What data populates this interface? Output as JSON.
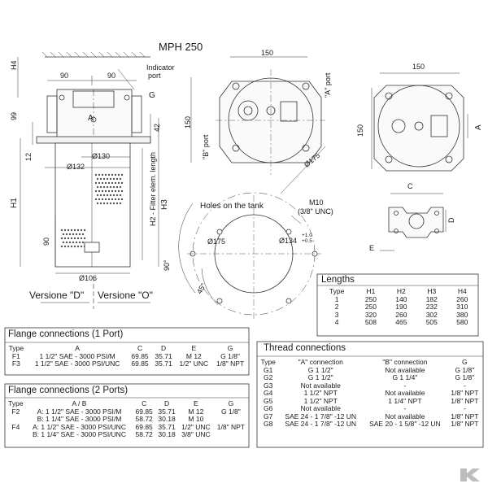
{
  "title": "MPH 250",
  "side_view": {
    "dims": {
      "h4": "H4",
      "d90a": "90",
      "d90b": "90",
      "d99": "99",
      "d12": "12",
      "h1": "H1",
      "d90c": "90",
      "d42": "42",
      "h3": "H3",
      "h2_filter": "H2 - Filter elem. length",
      "d130": "Ø130",
      "d132": "Ø132",
      "d106": "Ø106"
    },
    "labels": {
      "indicator": "Indicator",
      "port": "port",
      "a": "A",
      "g": "G"
    },
    "versions": {
      "d": "Versione \"D\"",
      "o": "Versione \"O\""
    }
  },
  "top_view": {
    "d150w": "150",
    "d150h": "150",
    "a_port": "\"A\" port",
    "b_port": "\"B\" port",
    "d175": "Ø175"
  },
  "right_view": {
    "d150w": "150",
    "d150h": "150",
    "a": "A"
  },
  "holes": {
    "title": "Holes on the tank",
    "m10": "M10",
    "unc": "(3/8\" UNC)",
    "d175": "Ø175",
    "d134": "Ø134",
    "tol_plus": "+1.0",
    "tol_minus": "+0.5",
    "a45": "45°",
    "a90": "90°"
  },
  "flange_detail": {
    "c": "C",
    "d": "D",
    "e": "E"
  },
  "lengths": {
    "title": "Lengths",
    "headers": [
      "Type",
      "H1",
      "H2",
      "H3",
      "H4"
    ],
    "rows": [
      [
        "1",
        "250",
        "140",
        "182",
        "260"
      ],
      [
        "2",
        "250",
        "190",
        "232",
        "310"
      ],
      [
        "3",
        "320",
        "260",
        "302",
        "380"
      ],
      [
        "4",
        "508",
        "465",
        "505",
        "580"
      ]
    ]
  },
  "flange1": {
    "title": "Flange connections (1 Port)",
    "headers": [
      "Type",
      "A",
      "C",
      "D",
      "E",
      "G"
    ],
    "rows": [
      [
        "F1",
        "1 1/2\" SAE - 3000 PSI/M",
        "69.85",
        "35.71",
        "M 12",
        "G 1/8\""
      ],
      [
        "F3",
        "1 1/2\" SAE - 3000 PSI/UNC",
        "69.85",
        "35.71",
        "1/2\" UNC",
        "1/8\" NPT"
      ]
    ]
  },
  "flange2": {
    "title": "Flange connections (2 Ports)",
    "headers": [
      "Type",
      "A / B",
      "C",
      "D",
      "E",
      "G"
    ],
    "rows": [
      [
        "F2",
        "A: 1 1/2\" SAE - 3000 PSI/M",
        "69.85",
        "35.71",
        "M 12",
        "G 1/8\""
      ],
      [
        "",
        "B: 1 1/4\" SAE - 3000 PSI/M",
        "58.72",
        "30.18",
        "M 10",
        ""
      ],
      [
        "F4",
        "A: 1 1/2\" SAE - 3000 PSI/UNC",
        "69.85",
        "35.71",
        "1/2\" UNC",
        "1/8\" NPT"
      ],
      [
        "",
        "B: 1 1/4\" SAE - 3000 PSI/UNC",
        "58.72",
        "30.18",
        "3/8\" UNC",
        ""
      ]
    ]
  },
  "thread": {
    "title": "Thread connections",
    "headers": [
      "Type",
      "\"A\" connection",
      "\"B\" connection",
      "G"
    ],
    "rows": [
      [
        "G1",
        "G 1 1/2\"",
        "Not available",
        "G 1/8\""
      ],
      [
        "G2",
        "G 1 1/2\"",
        "G 1 1/4\"",
        "G 1/8\""
      ],
      [
        "G3",
        "Not available",
        "-",
        "-"
      ],
      [
        "G4",
        "1 1/2\" NPT",
        "Not available",
        "1/8\" NPT"
      ],
      [
        "G5",
        "1 1/2\" NPT",
        "1 1/4\" NPT",
        "1/8\" NPT"
      ],
      [
        "G6",
        "Not available",
        "-",
        "-"
      ],
      [
        "G7",
        "SAE 24 - 1 7/8\" -12 UN",
        "Not available",
        "1/8\" NPT"
      ],
      [
        "G8",
        "SAE 24 - 1 7/8\" -12 UN",
        "SAE 20 - 1 5/8\" -12 UN",
        "1/8\" NPT"
      ]
    ]
  }
}
